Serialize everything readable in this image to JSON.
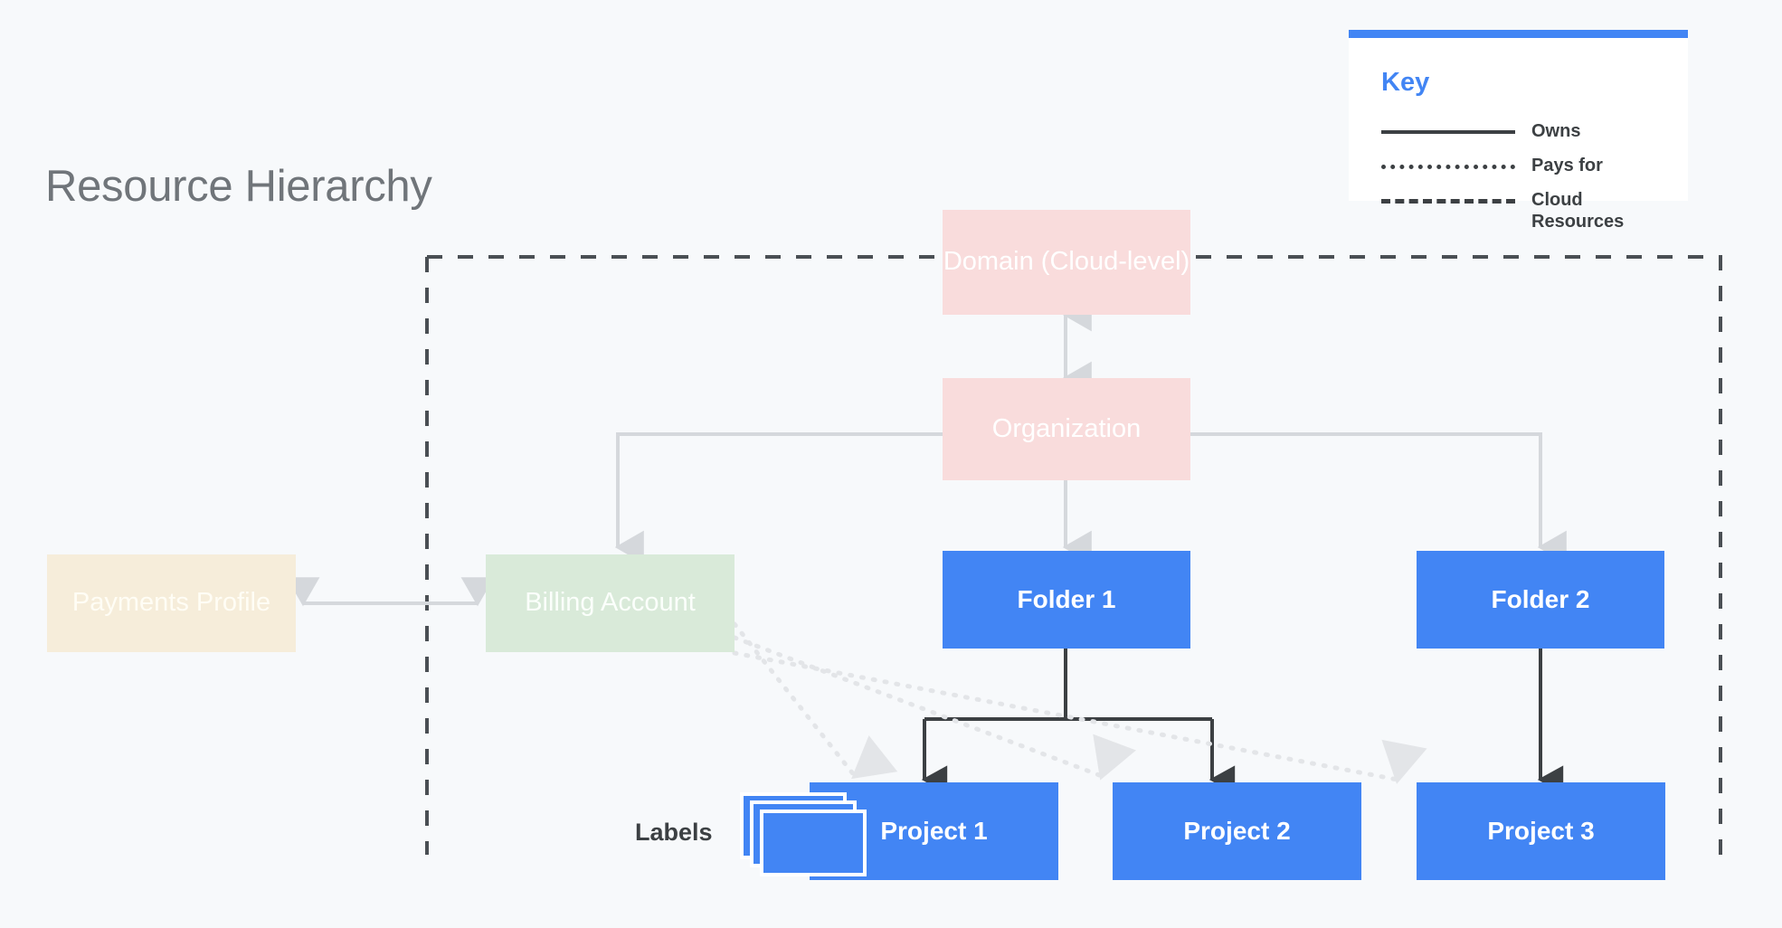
{
  "page": {
    "title": "Resource Hierarchy",
    "background_color": "#f7f9fb"
  },
  "key": {
    "title": "Key",
    "accent_color": "#4285f4",
    "entries": [
      {
        "style": "solid",
        "label": "Owns"
      },
      {
        "style": "dotted",
        "label": "Pays for"
      },
      {
        "style": "dashed",
        "label": "Cloud Resources"
      }
    ]
  },
  "nodes": {
    "domain": {
      "label": "Domain (Cloud-level)",
      "color": "#f9dcdc"
    },
    "organization": {
      "label": "Organization",
      "color": "#f9dcdc"
    },
    "payments": {
      "label": "Payments Profile",
      "color": "#f6edda"
    },
    "billing": {
      "label": "Billing Account",
      "color": "#d9ead9"
    },
    "folder1": {
      "label": "Folder 1",
      "color": "#4285f4"
    },
    "folder2": {
      "label": "Folder 2",
      "color": "#4285f4"
    },
    "project1": {
      "label": "Project 1",
      "color": "#4285f4"
    },
    "project2": {
      "label": "Project 2",
      "color": "#4285f4"
    },
    "project3": {
      "label": "Project 3",
      "color": "#4285f4"
    }
  },
  "annotations": {
    "labels_caption": "Labels"
  },
  "diagram": {
    "type": "hierarchy",
    "edges": [
      {
        "from": "domain",
        "to": "organization",
        "style": "owns",
        "arrows": "both"
      },
      {
        "from": "organization",
        "to": "billing",
        "style": "owns",
        "arrows": "to"
      },
      {
        "from": "organization",
        "to": "folder1",
        "style": "owns",
        "arrows": "to"
      },
      {
        "from": "organization",
        "to": "folder2",
        "style": "owns",
        "arrows": "to"
      },
      {
        "from": "payments",
        "to": "billing",
        "style": "owns",
        "arrows": "both"
      },
      {
        "from": "folder1",
        "to": "project1",
        "style": "owns",
        "arrows": "to"
      },
      {
        "from": "folder1",
        "to": "project2",
        "style": "owns",
        "arrows": "to"
      },
      {
        "from": "folder2",
        "to": "project3",
        "style": "owns",
        "arrows": "to"
      },
      {
        "from": "billing",
        "to": "project1",
        "style": "pays for",
        "arrows": "to"
      },
      {
        "from": "billing",
        "to": "project2",
        "style": "pays for",
        "arrows": "to"
      },
      {
        "from": "billing",
        "to": "project3",
        "style": "pays for",
        "arrows": "to"
      }
    ],
    "cloud_resources_boundary": "dashed region enclosing Billing Account, Folders and Projects"
  }
}
